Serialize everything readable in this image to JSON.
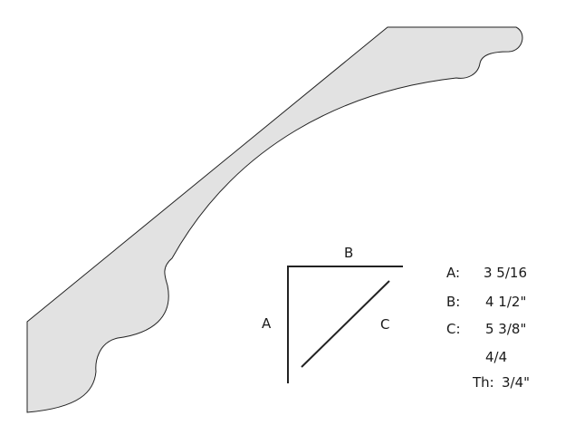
{
  "diagram": {
    "profile_fill": "#e2e2e2",
    "stroke_color": "#222222",
    "triangle_labels": {
      "a": "A",
      "b": "B",
      "c": "C"
    }
  },
  "specs": [
    {
      "key": "A:",
      "value": "3 5/16"
    },
    {
      "key": "B:",
      "value": "4 1/2\""
    },
    {
      "key": "C:",
      "value": "5 3/8\""
    }
  ],
  "stock": "4/4",
  "thickness": {
    "label": "Th:",
    "value": "3/4\""
  }
}
